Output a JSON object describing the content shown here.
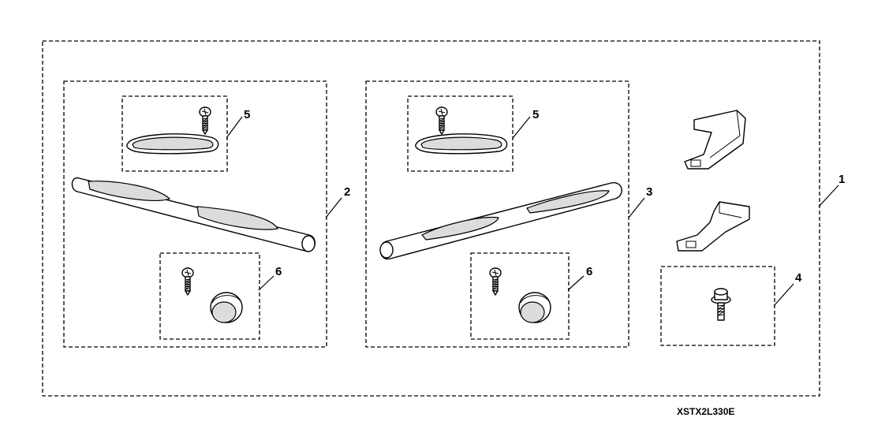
{
  "callouts": {
    "kit": "1",
    "left_step_bar_set": "2",
    "right_step_bar_set": "3",
    "bracket_bolts": "4",
    "step_pad_left": "5",
    "step_pad_right": "5",
    "end_cap_left": "6",
    "end_cap_right": "6"
  },
  "drawing_code": "XSTX2L330E"
}
